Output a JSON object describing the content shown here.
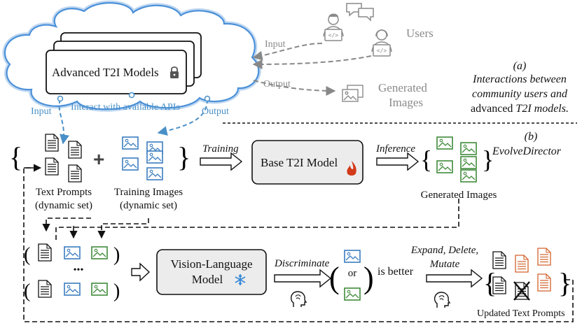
{
  "cloud": {
    "model_label": "Advanced T2I Models"
  },
  "users": {
    "label": "Users",
    "input_label": "Input",
    "output_label": "Output",
    "generated_label_1": "Generated",
    "generated_label_2": "Images"
  },
  "api": {
    "input_label": "Input",
    "interact_label": "Interact with available APIs",
    "output_label": "Output"
  },
  "section_a": {
    "tag": "(a)",
    "line1": "Interactions between",
    "line2": "community users and",
    "line3_prefix": "advanced ",
    "line3_em": "T2I models."
  },
  "section_b": {
    "tag": "(b)",
    "name": "EvolveDirector"
  },
  "dataset": {
    "prompts_1": "Text Prompts",
    "prompts_2": "(dynamic set)",
    "images_1": "Training Images",
    "images_2": "(dynamic set)",
    "plus": "+"
  },
  "flow": {
    "training": "Training",
    "base_model": "Base T2I Model",
    "inference": "Inference",
    "generated_images": "Generated Images"
  },
  "vlm": {
    "line1": "Vision-Language",
    "line2": "Model",
    "dots": "•••"
  },
  "discriminate": {
    "label": "Discriminate",
    "or": "or",
    "is_better": "is better"
  },
  "edit": {
    "line1": "Expand, Delete,",
    "line2": "Mutate",
    "updated": "Updated Text Prompts"
  },
  "colors": {
    "cloud": "#4a90d9",
    "image_blue": "#3a7cc0",
    "image_green": "#3f8a3a",
    "doc_orange": "#d2622a",
    "flame": "#d23a1a",
    "snow": "#3a8ad8",
    "gray": "#8a8a8a"
  }
}
